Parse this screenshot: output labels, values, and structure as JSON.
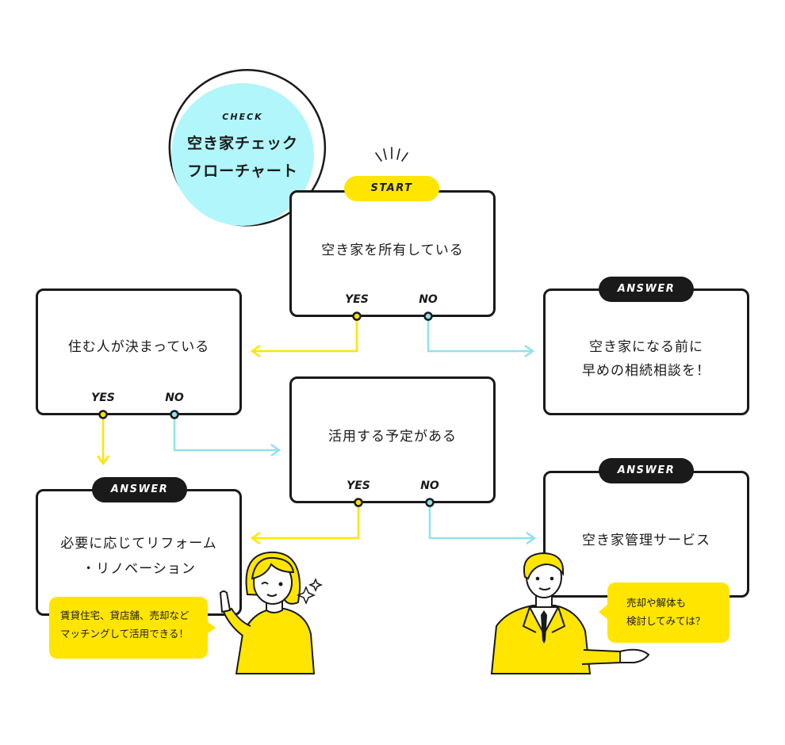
{
  "title": {
    "eyebrow": "CHECK",
    "line1": "空き家チェック",
    "line2": "フローチャート"
  },
  "start_label": "START",
  "nodes": {
    "q1": {
      "text": "空き家を所有している",
      "yes": "YES",
      "no": "NO"
    },
    "q2": {
      "text": "住む人が決まっている",
      "yes": "YES",
      "no": "NO"
    },
    "q3": {
      "text": "活用する予定がある",
      "yes": "YES",
      "no": "NO"
    }
  },
  "answers": {
    "a1": {
      "badge": "ANSWER",
      "line1": "空き家になる前に",
      "line2": "早めの相続相談を！"
    },
    "a2": {
      "badge": "ANSWER",
      "line1": "必要に応じてリフォーム",
      "line2": "・リノベーション"
    },
    "a3": {
      "badge": "ANSWER",
      "line1": "空き家管理サービス"
    }
  },
  "speech": {
    "woman": {
      "line1": "賃貸住宅、貸店舗、売却など",
      "line2": "マッチングして活用できる！"
    },
    "man": {
      "line1": "売却や解体も",
      "line2": "検討してみては？"
    }
  },
  "colors": {
    "yes_arrow": "#ffe500",
    "no_arrow": "#8ee3ec",
    "bubble": "#b1f6fa",
    "ink": "#1a1a1a",
    "accent": "#ffe500"
  }
}
